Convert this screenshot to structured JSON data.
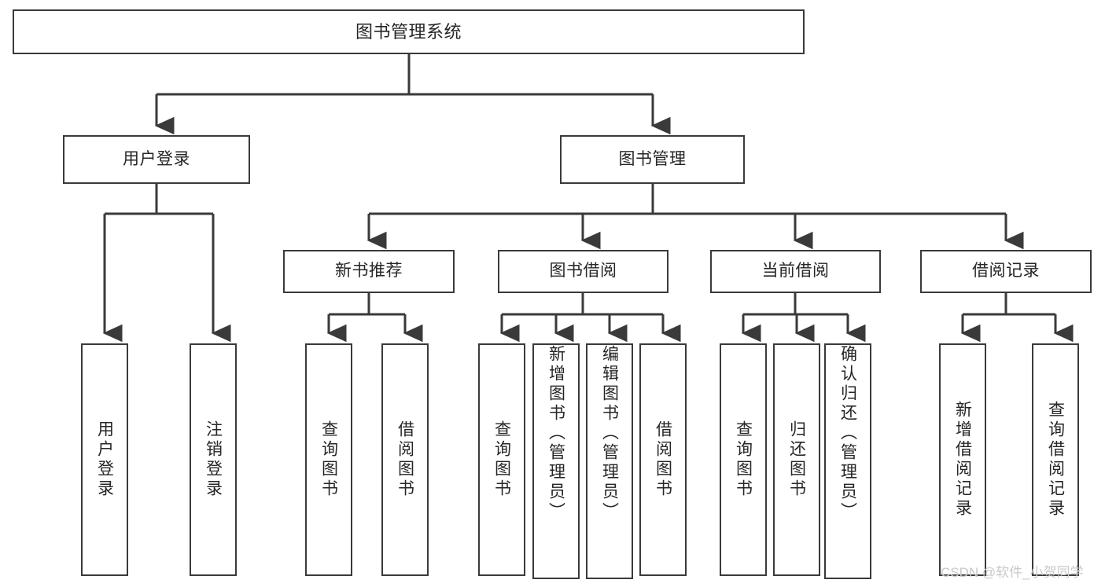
{
  "diagram": {
    "title": "图书管理系统",
    "type": "tree-hierarchy",
    "background_color": "#ffffff",
    "line_color": "#3a3a3a",
    "text_color": "#262626"
  },
  "nodes": {
    "root": {
      "label": "图书管理系统"
    },
    "level2": [
      {
        "id": "user-login",
        "label": "用户登录"
      },
      {
        "id": "book-management",
        "label": "图书管理"
      }
    ],
    "level3": [
      {
        "id": "new-book-recommend",
        "label": "新书推荐"
      },
      {
        "id": "book-borrow",
        "label": "图书借阅"
      },
      {
        "id": "current-borrow",
        "label": "当前借阅"
      },
      {
        "id": "borrow-record",
        "label": "借阅记录"
      }
    ],
    "leaves": {
      "user_login": [
        {
          "id": "leaf-user-login",
          "label": "用户登录"
        },
        {
          "id": "leaf-logout-login",
          "label": "注销登录"
        }
      ],
      "new_book_recommend": [
        {
          "id": "leaf-query-book-1",
          "label": "查询图书"
        },
        {
          "id": "leaf-borrow-book-1",
          "label": "借阅图书"
        }
      ],
      "book_borrow": [
        {
          "id": "leaf-query-book-2",
          "label": "查询图书"
        },
        {
          "id": "leaf-add-book-admin",
          "label": "新增图书（管理员）"
        },
        {
          "id": "leaf-edit-book-admin",
          "label": "编辑图书（管理员）"
        },
        {
          "id": "leaf-borrow-book-2",
          "label": "借阅图书"
        }
      ],
      "current_borrow": [
        {
          "id": "leaf-query-book-3",
          "label": "查询图书"
        },
        {
          "id": "leaf-return-book",
          "label": "归还图书"
        },
        {
          "id": "leaf-confirm-return-admin",
          "label": "确认归还（管理员）"
        }
      ],
      "borrow_record": [
        {
          "id": "leaf-add-borrow-record",
          "label": "新增借阅记录"
        },
        {
          "id": "leaf-query-borrow-record",
          "label": "查询借阅记录"
        }
      ]
    }
  },
  "watermark": {
    "text": "CSDN @软件_小贺同学"
  }
}
